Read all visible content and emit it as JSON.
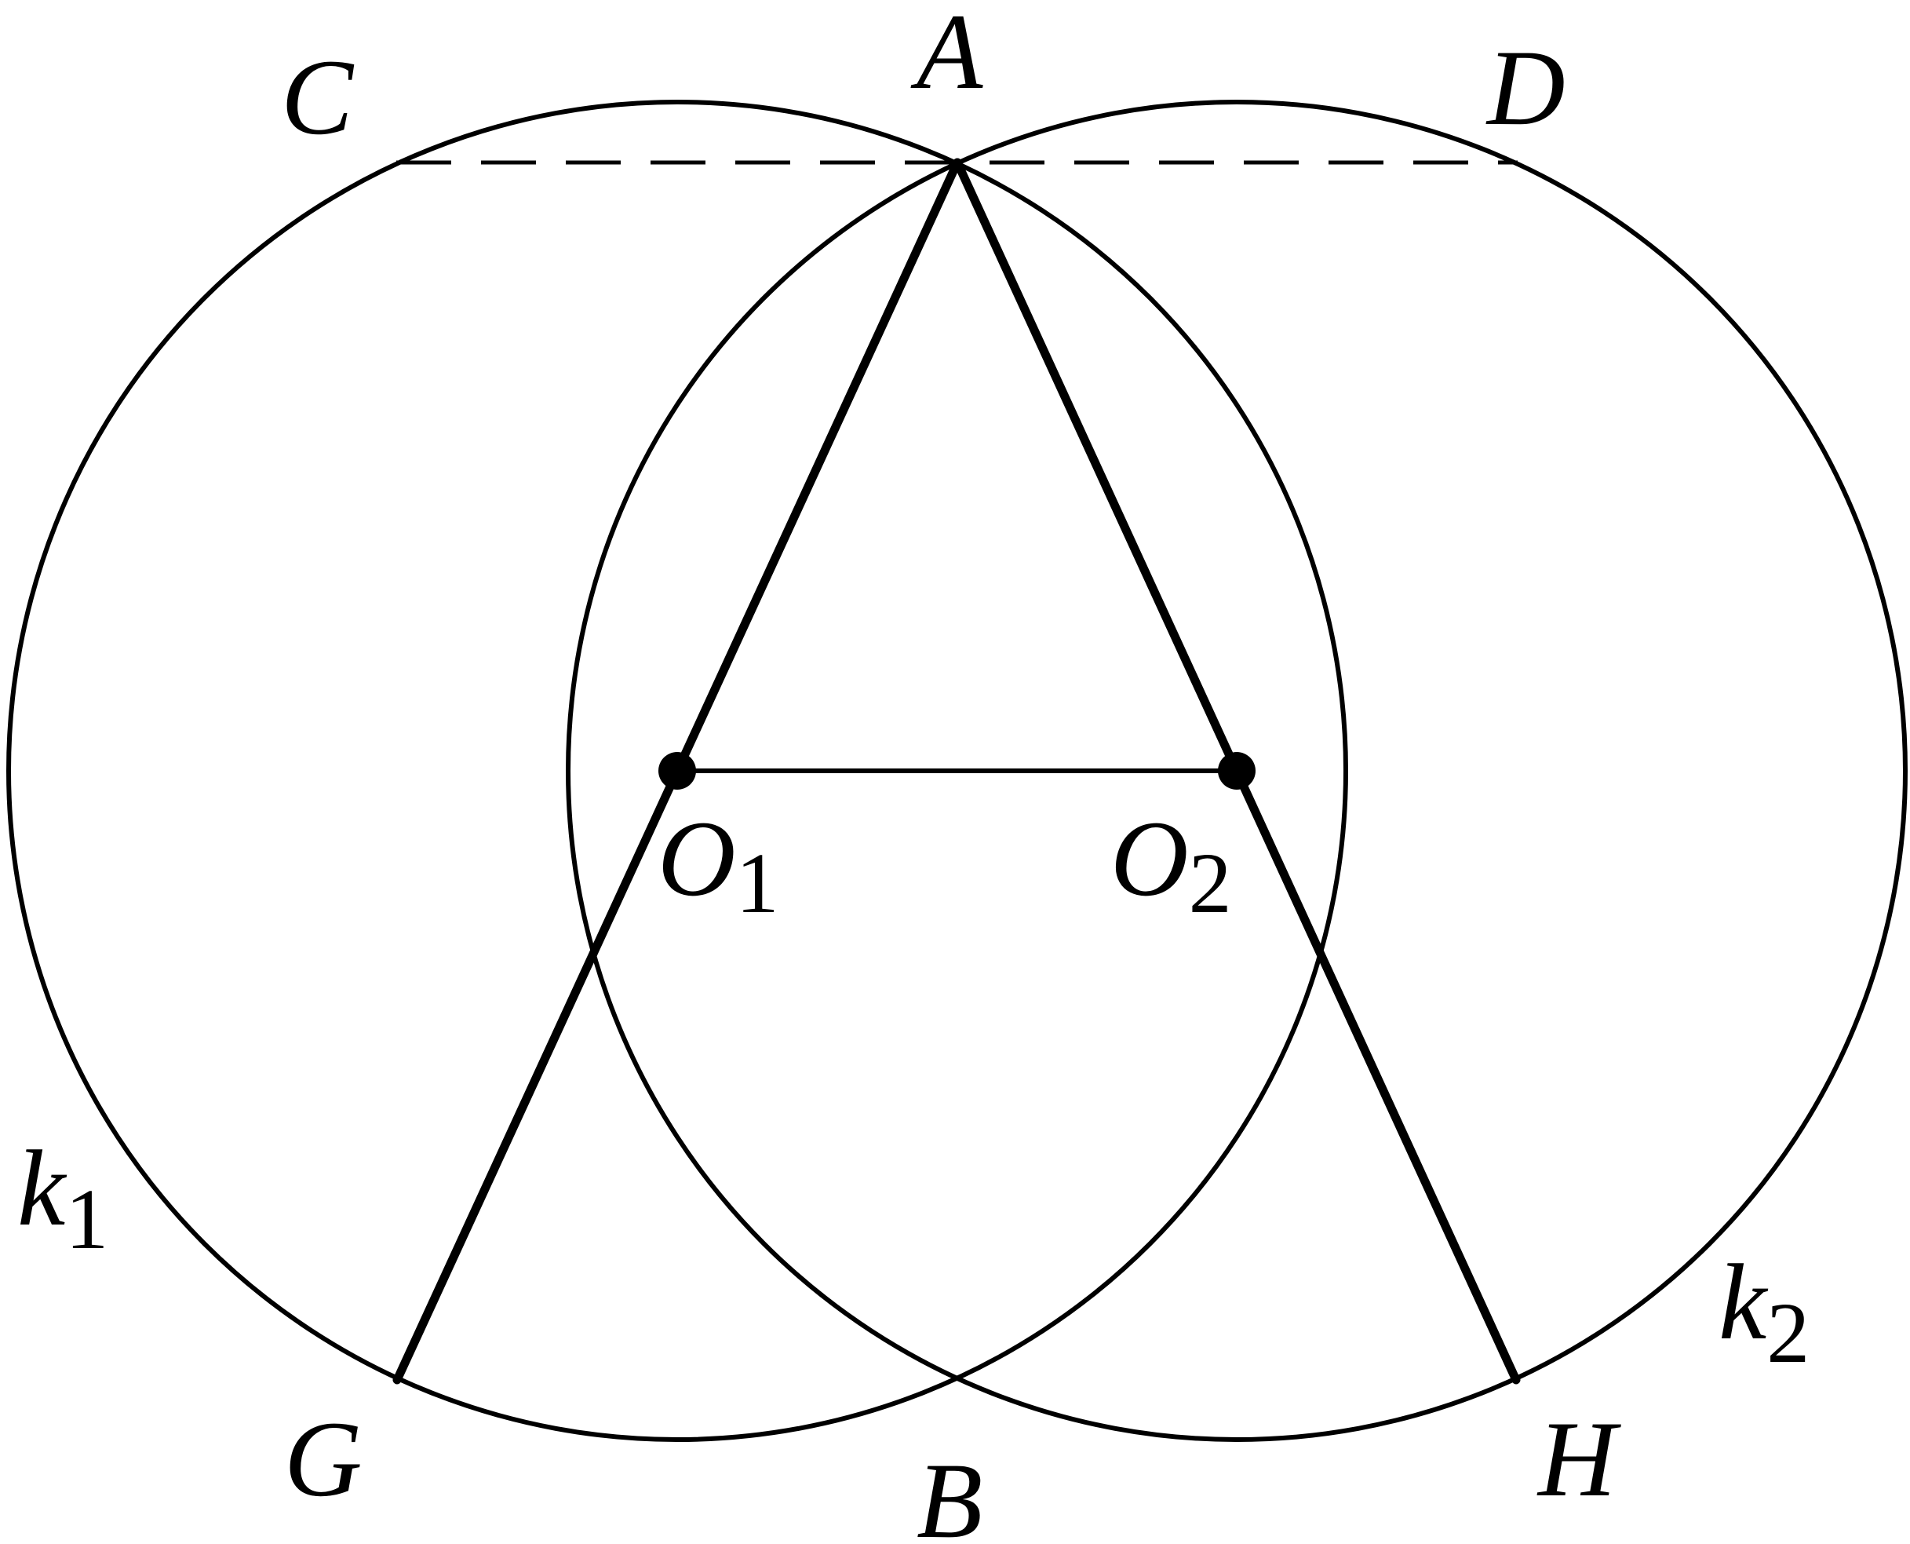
{
  "diagram": {
    "stroke_color": "#000000",
    "background_color": "#ffffff",
    "labels": {
      "A": "A",
      "B": "B",
      "C": "C",
      "D": "D",
      "G": "G",
      "H": "H",
      "O1_letter": "O",
      "O1_sub": "1",
      "O2_letter": "O",
      "O2_sub": "2",
      "k1_letter": "k",
      "k1_sub": "1",
      "k2_letter": "k",
      "k2_sub": "2"
    }
  }
}
